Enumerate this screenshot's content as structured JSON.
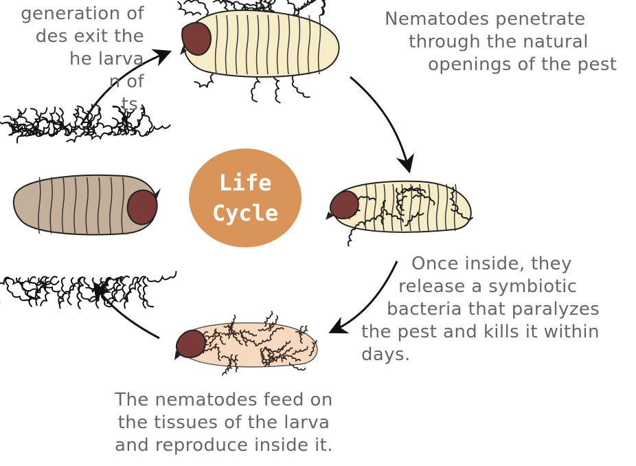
{
  "center": {
    "line1": "Life",
    "line2": "Cycle",
    "color": "#d9945a"
  },
  "captions": {
    "top_left": [
      "generation of",
      "des exit the",
      "he larva",
      "n of",
      "ts."
    ],
    "top_right": [
      "Nematodes penetrate",
      "through the natural",
      "openings of the pest"
    ],
    "mid_right": [
      "Once inside, they",
      "release a symbiotic",
      "bacteria that paralyzes",
      "the pest and kills it within",
      "days."
    ],
    "bottom": [
      "The nematodes feed on",
      "the tissues of the larva",
      "and reproduce inside it."
    ]
  },
  "colors": {
    "text": "#666666",
    "larva_cream": "#f6ecc8",
    "larva_brown": "#c4b09a",
    "larva_pink": "#f7d9c0",
    "head": "#7a3b38",
    "nematode": "#1a1a1a"
  }
}
